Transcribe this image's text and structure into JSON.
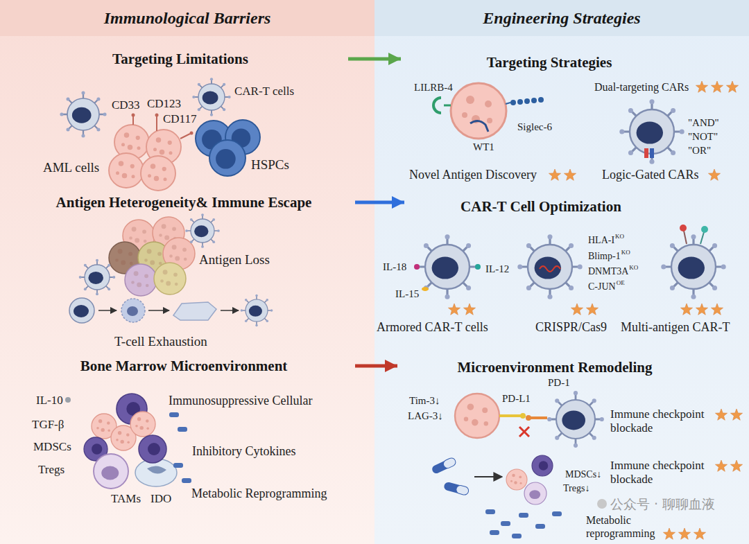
{
  "diagram": {
    "nodes": [
      {
        "text": [
          "Immunological Barriers"
        ]
      },
      {
        "text": [
          "Engineering Strategies"
        ]
      },
      {
        "text": [
          "Targeting Limitations"
        ],
        "in": 0
      },
      {
        "text": [
          "Antigen Heterogeneity& Immune Escape"
        ],
        "in": 0
      },
      {
        "text": [
          "Bone Marrow Microenvironment"
        ],
        "in": 0
      },
      {
        "text": [
          "Targeting Strategies"
        ],
        "in": 1
      },
      {
        "text": [
          "CAR-T Cell Optimization"
        ],
        "in": 1
      },
      {
        "text": [
          "Microenvironment Remodeling"
        ],
        "in": 1
      }
    ],
    "edges": [
      {
        "from": 2,
        "to": 5,
        "arrow": "to"
      },
      {
        "from": 3,
        "to": 6,
        "arrow": "to"
      },
      {
        "from": 4,
        "to": 7,
        "arrow": "to"
      }
    ],
    "labels": [
      "CD33",
      "CD123",
      "CD117",
      "CAR-T cells",
      "AML cells",
      "HSPCs",
      "Antigen Loss",
      "T-cell Exhaustion",
      "IL-10",
      "TGF-β",
      "MDSCs",
      "Tregs",
      "TAMs",
      "IDO",
      "Immunosuppressive Cellular",
      "Inhibitory Cytokines",
      "Metabolic Reprogramming",
      "LILRB-4",
      "Siglec-6",
      "WT1",
      "Novel Antigen Discovery",
      "Dual-targeting CARs",
      "\"AND\"",
      "\"NOT\"",
      "\"OR\"",
      "Logic-Gated CARs",
      "IL-18",
      "IL-12",
      "IL-15",
      "Armored CAR-T cells",
      "HLA-I",
      "KO",
      "Blimp-1",
      "KO",
      "DNMT3A",
      "KO",
      "C-JUN",
      "OE",
      "CRISPR/Cas9",
      "Multi-antigen CAR-T",
      "Tim-3↓",
      "LAG-3↓",
      "PD-L1",
      "PD-1",
      "Immune checkpoint blockade",
      "Immune checkpoint blockade",
      "MDSCs↓",
      "Tregs↓",
      "Metabolic reprogramming",
      "公众号 · 聊聊血液"
    ]
  }
}
